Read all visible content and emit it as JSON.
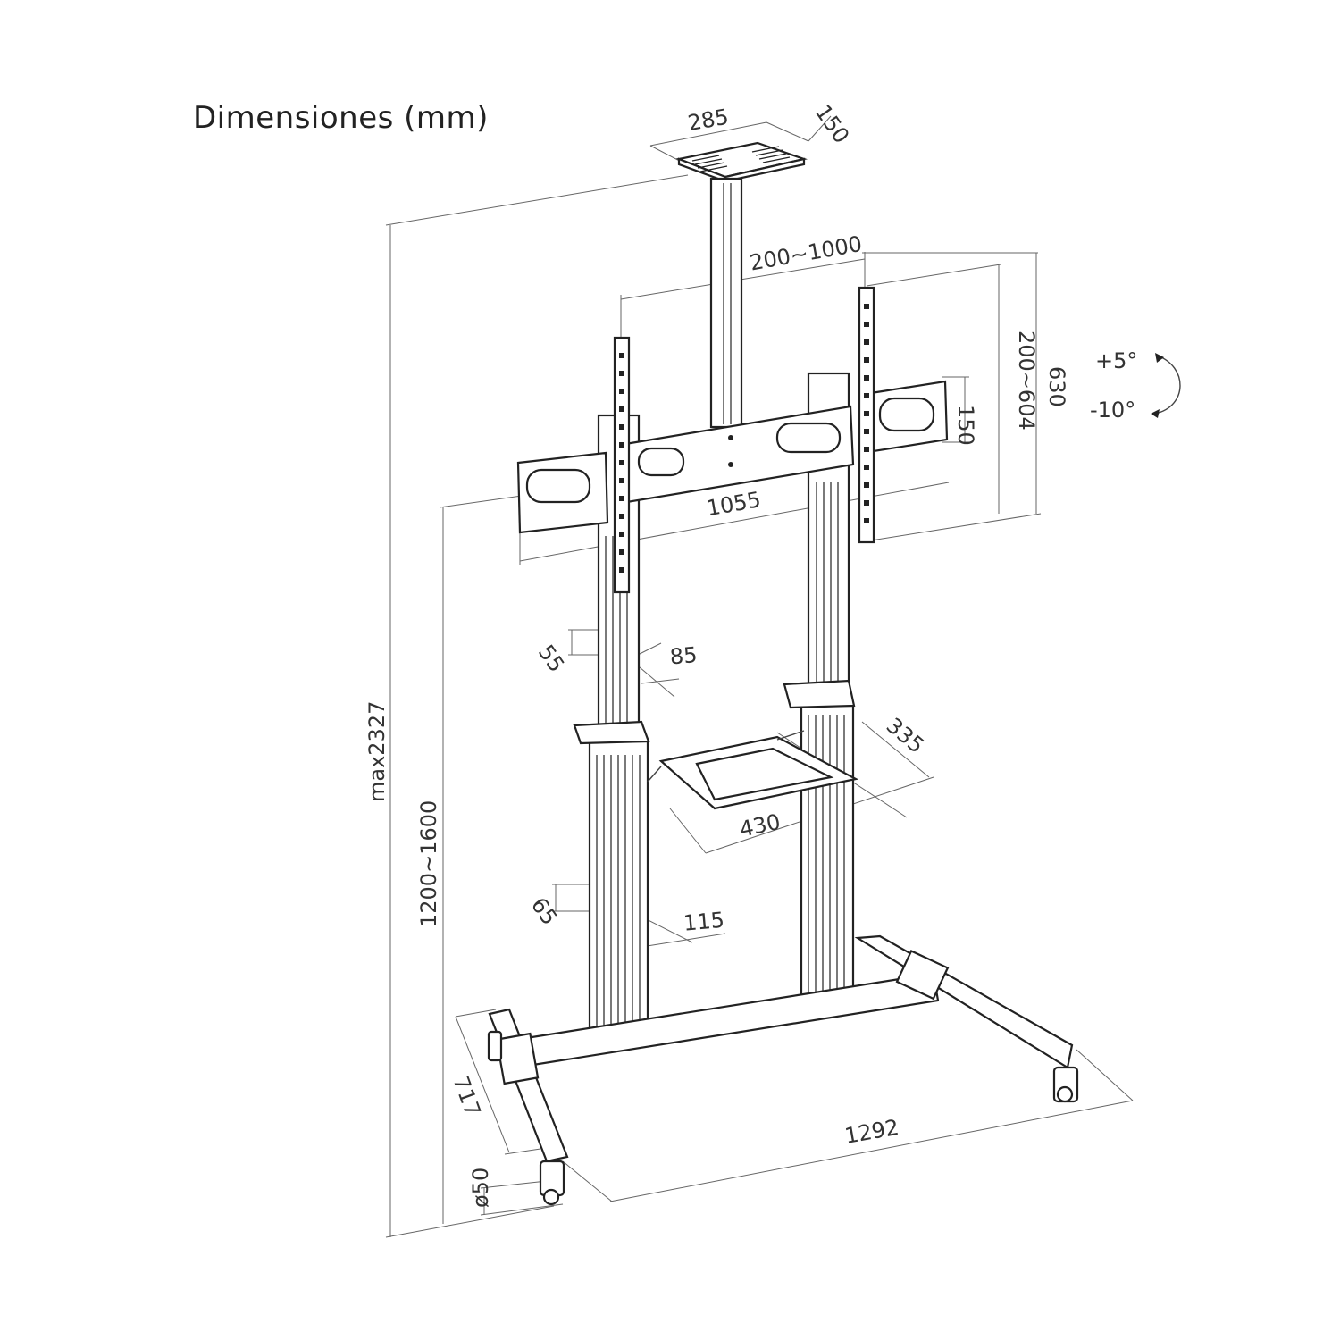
{
  "title": "Dimensiones (mm)",
  "dimensions": {
    "top_shelf_width": "285",
    "top_shelf_depth": "150",
    "vesa_horizontal": "200~1000",
    "bracket_height": "150",
    "vesa_vertical": "200~604",
    "total_bracket_height": "630",
    "tilt_up": "+5°",
    "tilt_down": "-10°",
    "bracket_width": "1055",
    "max_height": "max2327",
    "center_height": "1200~1600",
    "upper_pole_depth": "55",
    "upper_pole_width": "85",
    "lower_pole_depth": "65",
    "lower_pole_width": "115",
    "shelf_depth": "335",
    "shelf_width": "430",
    "base_depth": "717",
    "base_width": "1292",
    "wheel_diameter": "ø50"
  },
  "colors": {
    "line": "#222222",
    "text": "#333333",
    "background": "#ffffff"
  }
}
